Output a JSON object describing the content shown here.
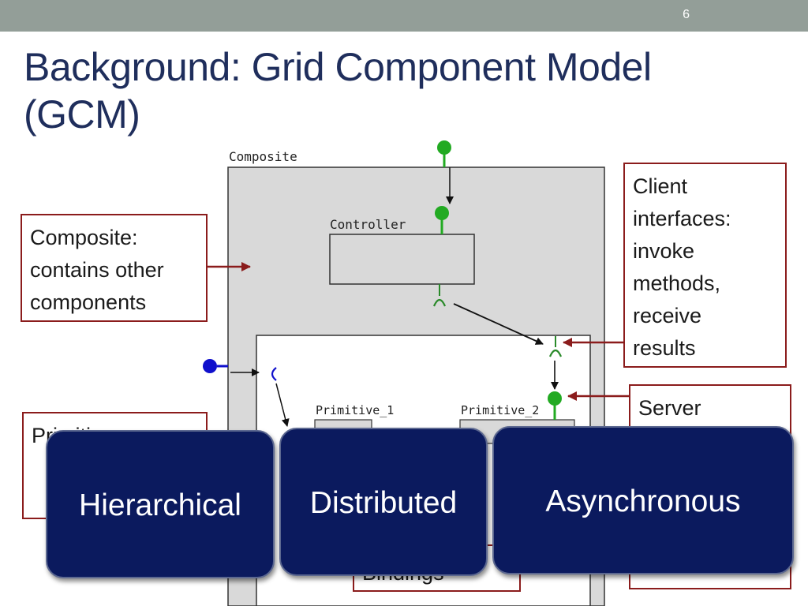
{
  "slide": {
    "number": "6",
    "title_lines": [
      "Background: Grid Component Model",
      "(GCM)"
    ]
  },
  "diagram": {
    "composite_label": "Composite",
    "controller_label": "Controller",
    "primitive1_label": "Primitive_1",
    "primitive2_label": "Primitive_2"
  },
  "callouts": {
    "composite": [
      "Composite:",
      "contains other",
      "components"
    ],
    "client": [
      "Client",
      "interfaces:",
      "invoke",
      "methods,",
      "receive",
      "results"
    ],
    "server": "Server",
    "primitive": "Primitive",
    "bindings": "Bindings"
  },
  "pills": [
    "Hierarchical",
    "Distributed",
    "Asynchronous"
  ],
  "colors": {
    "title": "#1f2e5c",
    "topbar": "#939e98",
    "callout_border": "#8b1c1c",
    "pill_bg": "#0b1a5e",
    "server_port": "#22aa22",
    "external_port": "#1010cc"
  }
}
